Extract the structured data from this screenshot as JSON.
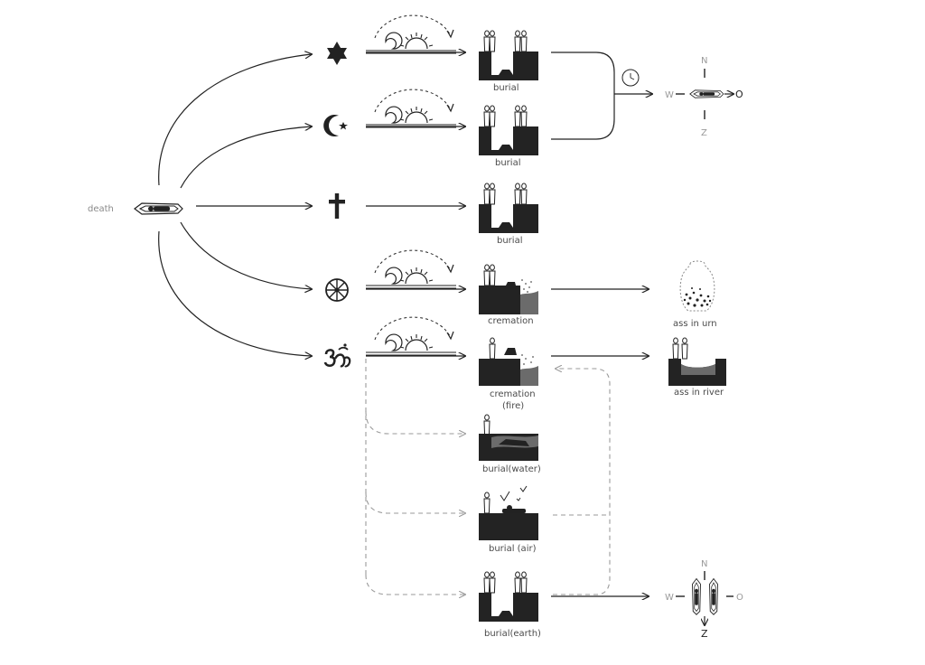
{
  "labels": {
    "death": "death",
    "judaism_result": "burial",
    "islam_result": "burial",
    "christianity_result": "burial",
    "buddhism_result": "cremation",
    "hinduism_result": "cremation",
    "hinduism_result_note": "(fire)",
    "water": "burial(water)",
    "air": "burial (air)",
    "earth": "burial(earth)",
    "urn": "ass in urn",
    "river": "ass in river"
  },
  "compass_top": {
    "n": "N",
    "w": "W",
    "e": "O",
    "s": "Z"
  },
  "compass_bottom": {
    "n": "N",
    "w": "W",
    "e": "O",
    "s": "Z"
  },
  "icons": [
    "coffin-icon",
    "star-of-david-icon",
    "crescent-star-icon",
    "cross-icon",
    "dharma-wheel-icon",
    "om-icon",
    "sun-moon-cycle-icon",
    "clock-icon"
  ]
}
